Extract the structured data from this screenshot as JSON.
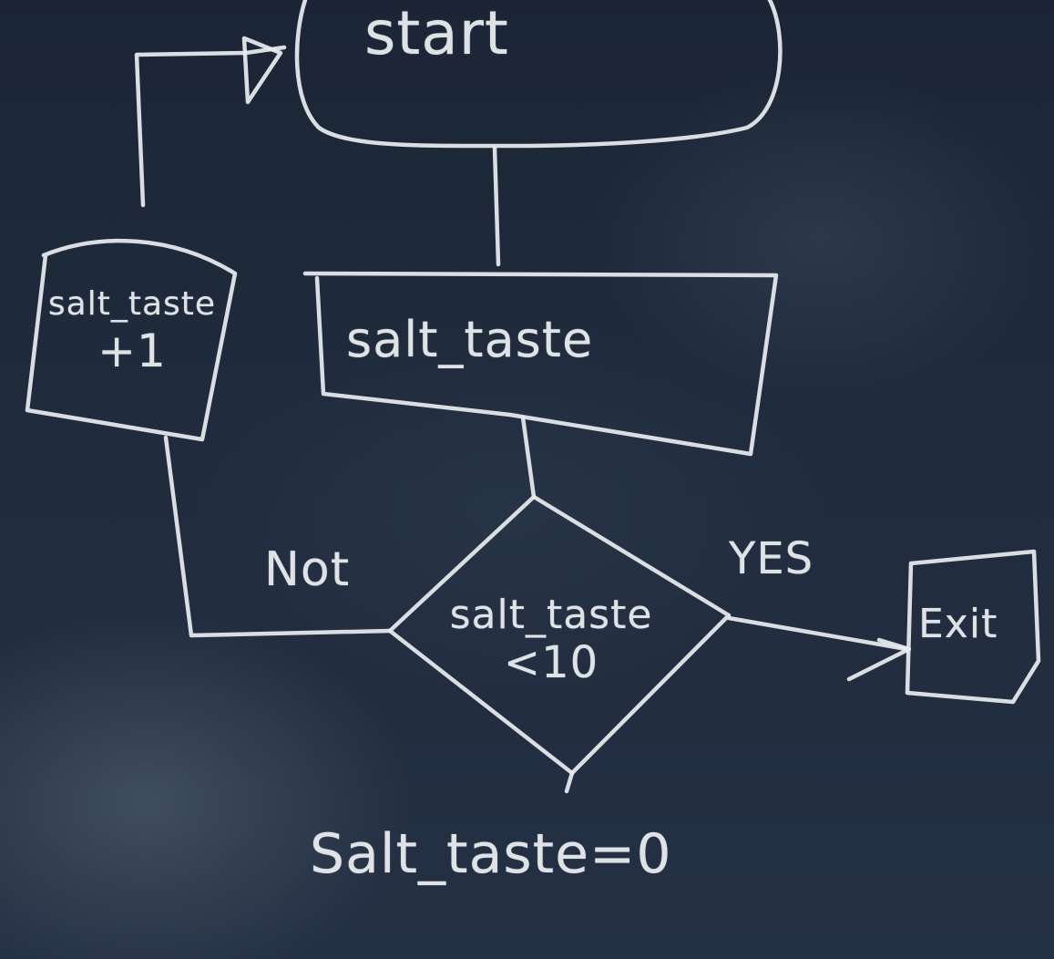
{
  "diagram": {
    "nodes": {
      "start": "start",
      "process": "salt_taste",
      "decision_line1": "salt_taste",
      "decision_line2": "<10",
      "exit": "Exit",
      "increment_line1": "salt_taste",
      "increment_line2": "+1"
    },
    "edges": {
      "yes_label": "YES",
      "no_label": "Not"
    },
    "footnote": "Salt_taste=0"
  },
  "colors": {
    "board": "#1d2838",
    "chalk": "#e8ecef"
  }
}
